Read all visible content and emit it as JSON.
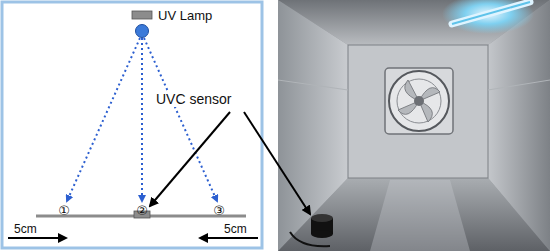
{
  "diagram": {
    "labels": [
      "UV Lamp",
      "UVC sensor",
      "①",
      "②",
      "③",
      "5cm",
      "5cm"
    ]
  }
}
